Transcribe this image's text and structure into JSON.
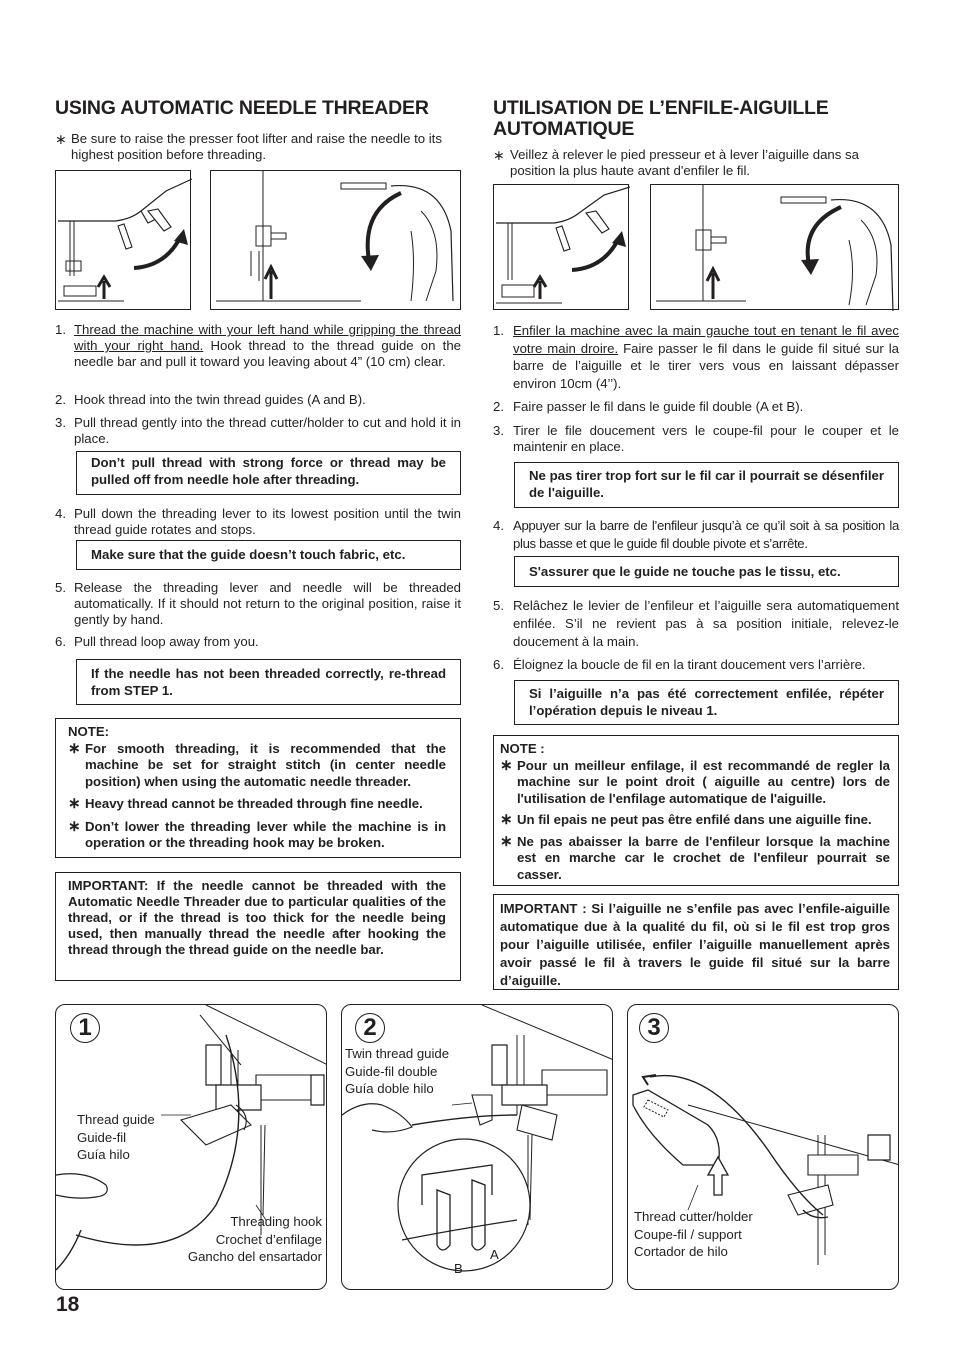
{
  "en": {
    "title": "USING AUTOMATIC NEEDLE THREADER",
    "intro": "Be sure to raise the presser foot lifter and raise the needle to its highest position before threading.",
    "steps": [
      {
        "n": "1.",
        "u": "Thread the machine with your left hand while gripping the thread with your right hand.",
        "t": " Hook thread to the thread guide on the needle bar and pull it toward you leaving about 4” (10 cm) clear."
      },
      {
        "n": "2.",
        "t": "Hook thread into the twin thread guides (A and B)."
      },
      {
        "n": "3.",
        "t": "Pull thread gently into the thread cutter/holder to cut and hold it in place."
      },
      {
        "n": "4.",
        "t": "Pull down the threading lever to its lowest position until the twin thread guide rotates and stops."
      },
      {
        "n": "5.",
        "t": "Release the threading lever and needle will be threaded automatically. If it should not return to the original position, raise it gently by hand."
      },
      {
        "n": "6.",
        "t": "Pull thread loop away from you."
      }
    ],
    "box1": "Don’t pull thread with strong force or thread may be pulled off from needle hole after threading.",
    "box2": "Make sure that the guide doesn’t touch fabric, etc.",
    "box3": "If the needle has not been threaded correctly, re-thread from STEP 1.",
    "note_title": "NOTE:",
    "notes": [
      "For smooth threading, it is recommended that the machine be set for straight stitch (in center needle position) when using the automatic needle threader.",
      "Heavy thread cannot be threaded through fine needle.",
      "Don’t lower the threading lever while the machine is in operation or the threading hook may be broken."
    ],
    "important": "IMPORTANT: If the needle cannot be threaded with the Automatic Needle Threader due to particular qualities of the thread, or if the thread is too thick for the needle being used, then manually thread the needle after hooking the thread through the thread guide on the needle bar."
  },
  "fr": {
    "title": "UTILISATION DE L’ENFILE-AIGUILLE AUTOMATIQUE",
    "intro": "Veillez à relever le pied presseur et à lever l’aiguille dans sa position la plus haute avant d'enfiler le fil.",
    "steps": [
      {
        "n": "1.",
        "u": "Enfiler la machine avec la main gauche tout en tenant le fil avec votre main droire.",
        "t": " Faire passer le fil dans le guide fil situé sur la barre de l’aiguille et le tirer vers vous en laissant dépasser environ 10cm (4’’)."
      },
      {
        "n": "2.",
        "t": "Faire passer le fil dans le guide fil double (A et B)."
      },
      {
        "n": "3.",
        "t": "Tirer le file doucement vers le coupe-fil pour le couper et le maintenir en place."
      },
      {
        "n": "4.",
        "t": "Appuyer sur la barre de l’enfileur jusqu’à ce qu’il soit à sa position la plus basse et que le guide fil double pivote et s’arrête."
      },
      {
        "n": "5.",
        "t": "Relâchez le levier de l’enfileur et l’aiguille sera automatiquement enfilée. S’il ne revient pas à sa position initiale, relevez-le doucement à la main."
      },
      {
        "n": "6.",
        "t": "Éloignez la boucle de fil en la tirant doucement vers l’arrière."
      }
    ],
    "box1": "Ne pas tirer trop fort sur le fil car il pourrait se désenfiler de l'aiguille.",
    "box2": "S'assurer que le guide ne touche pas le tissu, etc.",
    "box3": "Si l’aiguille n’a pas été correctement enfilée, répéter l’opération depuis le niveau 1.",
    "note_title": "NOTE :",
    "notes": [
      "Pour un meilleur enfilage, il est recommandé de regler la machine sur le point droit ( aiguille au centre) lors de l'utilisation de l'enfilage automatique de l'aiguille.",
      "Un fil epais ne peut pas être enfilé dans une aiguille fine.",
      "Ne pas abaisser la barre de l'enfileur lorsque la machine est en marche car le crochet de l'enfileur pourrait se casser."
    ],
    "important": "IMPORTANT : Si l’aiguille ne s’enfile pas avec l’enfile-aiguille automatique due à la qualité du fil, où si le fil est trop gros pour l’aiguille utilisée, enfiler l’aiguille manuellement après avoir passé le fil à travers le guide fil situé sur la barre d’aiguille."
  },
  "star": "∗",
  "panels": [
    {
      "num": "1",
      "labels": {
        "guide": [
          "Thread guide",
          "Guide-fil",
          "Guía hilo"
        ],
        "hook": [
          "Threading hook",
          "Crochet d’enfilage",
          "Gancho del ensartador"
        ]
      }
    },
    {
      "num": "2",
      "labels": {
        "twin": [
          "Twin thread guide",
          "Guide-fil double",
          "Guía doble hilo"
        ],
        "a": "A",
        "b": "B"
      }
    },
    {
      "num": "3",
      "labels": {
        "cutter": [
          "Thread cutter/holder",
          "Coupe-fil / support",
          "Cortador de hilo"
        ]
      }
    }
  ],
  "page_number": "18",
  "icons": [
    "asterisk-bullet",
    "arrow-up-icon",
    "curved-arrow-icon"
  ]
}
